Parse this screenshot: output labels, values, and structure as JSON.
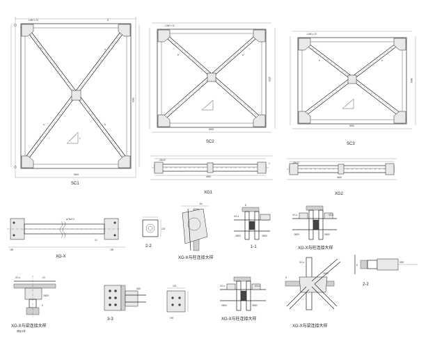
{
  "panels": {
    "sc1": {
      "caption": "SC1"
    },
    "sc2": {
      "caption": "SC2"
    },
    "sc3": {
      "caption": "SC3"
    },
    "xg1": {
      "caption": "XG1"
    },
    "xg2": {
      "caption": "XG2"
    }
  },
  "details": {
    "xg_x": {
      "caption": "XG-X"
    },
    "sec_22_a": {
      "caption": "2-2"
    },
    "xg_x_bracing": {
      "caption": "XG-X与柱连接大样"
    },
    "sec_11": {
      "caption": "1-1"
    },
    "xg_x_bracing_2": {
      "caption": "XG-X与柱连接大样"
    },
    "xg_x_beam": {
      "caption": "XG-X与梁连接大样"
    },
    "sec_33": {
      "caption": "3-3"
    },
    "xg_x_bracing_3": {
      "caption": "XG-X与柱连接大样"
    },
    "xg_x_beam_2": {
      "caption": "XG-X与梁连接大样"
    },
    "sec_22_b": {
      "caption": "2-2"
    }
  }
}
